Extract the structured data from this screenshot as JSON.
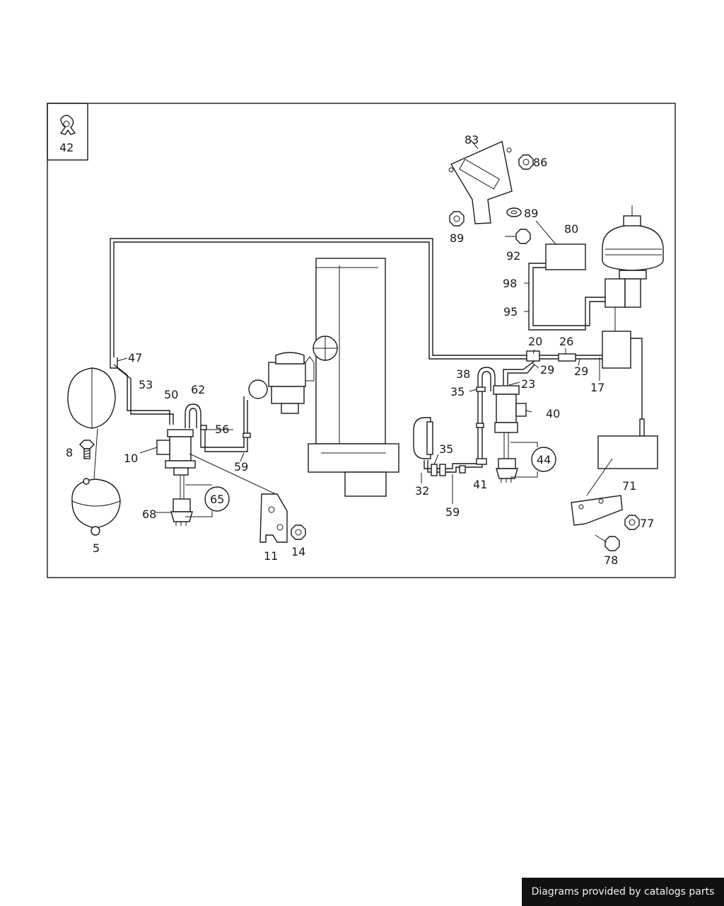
{
  "diagram": {
    "corner_part": "42",
    "callouts": [
      "83",
      "86",
      "89",
      "89",
      "92",
      "80",
      "98",
      "95",
      "20",
      "26",
      "29",
      "29",
      "17",
      "47",
      "53",
      "50",
      "62",
      "56",
      "59",
      "10",
      "65",
      "68",
      "8",
      "5",
      "11",
      "14",
      "38",
      "35",
      "23",
      "40",
      "44",
      "41",
      "35",
      "32",
      "59",
      "71",
      "77",
      "78"
    ]
  },
  "footer": {
    "credit": "Diagrams provided by catalogs parts"
  }
}
